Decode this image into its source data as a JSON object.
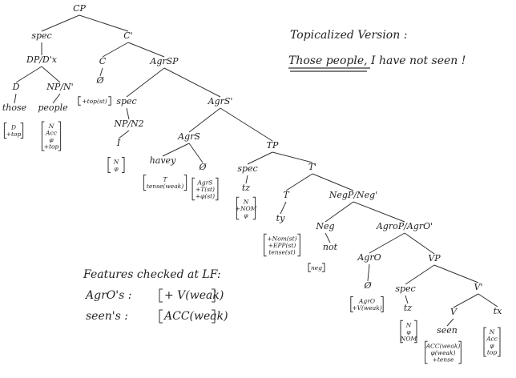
{
  "topicalized_note": {
    "heading": "Topicalized Version :",
    "sentence": "Those people, I have not seen !"
  },
  "features_note": {
    "heading": "Features checked at LF:",
    "rows": [
      {
        "label": "AgrO's :",
        "value": "+ V(weak)"
      },
      {
        "label": "seen's :",
        "value": "ACC(weak)"
      }
    ]
  },
  "tree": {
    "nodes": [
      {
        "id": "cp",
        "label": "CP"
      },
      {
        "id": "spec_cp",
        "label": "spec"
      },
      {
        "id": "cbar",
        "label": "C'"
      },
      {
        "id": "dp",
        "label": "DP/D'x"
      },
      {
        "id": "d",
        "label": "D"
      },
      {
        "id": "those",
        "label": "those"
      },
      {
        "id": "those_feat",
        "label": "",
        "lines": [
          "D",
          "+top"
        ]
      },
      {
        "id": "np",
        "label": "NP/N'"
      },
      {
        "id": "people",
        "label": "people"
      },
      {
        "id": "people_feat",
        "label": "",
        "lines": [
          "N",
          "Acc",
          "φ",
          "+top"
        ]
      },
      {
        "id": "c",
        "label": "C"
      },
      {
        "id": "c_null",
        "label": "Ø"
      },
      {
        "id": "c_feat",
        "label": "",
        "lines": [
          "+top(st)"
        ]
      },
      {
        "id": "agrsp",
        "label": "AgrSP"
      },
      {
        "id": "spec_agrs",
        "label": "spec"
      },
      {
        "id": "np2",
        "label": "NP/N2"
      },
      {
        "id": "i_pron",
        "label": "I"
      },
      {
        "id": "i_feat",
        "label": "",
        "lines": [
          "N",
          "φ"
        ]
      },
      {
        "id": "agrsbar",
        "label": "AgrS'"
      },
      {
        "id": "agrs",
        "label": "AgrS"
      },
      {
        "id": "havey",
        "label": "havey"
      },
      {
        "id": "havey_feat",
        "label": "",
        "lines": [
          "T",
          "tense(weak)"
        ]
      },
      {
        "id": "agrs_null",
        "label": "Ø"
      },
      {
        "id": "agrs_null_feat",
        "label": "",
        "lines": [
          "AgrS",
          "+T(st)",
          "+φ(st)"
        ]
      },
      {
        "id": "tp",
        "label": "TP"
      },
      {
        "id": "spec_tp",
        "label": "spec"
      },
      {
        "id": "tz",
        "label": "tz"
      },
      {
        "id": "tz_feat",
        "label": "",
        "lines": [
          "N",
          "+NOM",
          "φ"
        ]
      },
      {
        "id": "tbar",
        "label": "T'"
      },
      {
        "id": "t",
        "label": "T"
      },
      {
        "id": "ty",
        "label": "ty"
      },
      {
        "id": "ty_feat",
        "label": "",
        "lines": [
          "+Nom(st)",
          "+EPP(st)",
          "tense(st)"
        ]
      },
      {
        "id": "negp",
        "label": "NegP/Neg'"
      },
      {
        "id": "neg",
        "label": "Neg"
      },
      {
        "id": "not",
        "label": "not"
      },
      {
        "id": "not_feat",
        "label": "",
        "lines": [
          "neg"
        ]
      },
      {
        "id": "agrop",
        "label": "AgroP/AgrO'"
      },
      {
        "id": "agro",
        "label": "AgrO"
      },
      {
        "id": "agro_null",
        "label": "Ø"
      },
      {
        "id": "agro_feat",
        "label": "",
        "lines": [
          "AgrO",
          "+V(weak)"
        ]
      },
      {
        "id": "vp",
        "label": "VP"
      },
      {
        "id": "spec_vp",
        "label": "spec"
      },
      {
        "id": "tz2",
        "label": "tz"
      },
      {
        "id": "tz2_feat",
        "label": "",
        "lines": [
          "N",
          "φ",
          "NOM"
        ]
      },
      {
        "id": "vbar",
        "label": "V'"
      },
      {
        "id": "v",
        "label": "V"
      },
      {
        "id": "seen",
        "label": "seen"
      },
      {
        "id": "seen_feat",
        "label": "",
        "lines": [
          "ACC(weak)",
          "φ(weak)",
          "+tense"
        ]
      },
      {
        "id": "tx",
        "label": "tx"
      },
      {
        "id": "tx_feat",
        "label": "",
        "lines": [
          "N",
          "Acc",
          "φ",
          "top"
        ]
      }
    ],
    "edges": [
      [
        "cp",
        "spec_cp"
      ],
      [
        "cp",
        "cbar"
      ],
      [
        "spec_cp",
        "dp"
      ],
      [
        "dp",
        "d"
      ],
      [
        "dp",
        "np"
      ],
      [
        "d",
        "those"
      ],
      [
        "np",
        "people"
      ],
      [
        "cbar",
        "c"
      ],
      [
        "cbar",
        "agrsp"
      ],
      [
        "c",
        "c_null"
      ],
      [
        "agrsp",
        "spec_agrs"
      ],
      [
        "agrsp",
        "agrsbar"
      ],
      [
        "spec_agrs",
        "np2"
      ],
      [
        "np2",
        "i_pron"
      ],
      [
        "agrsbar",
        "agrs"
      ],
      [
        "agrsbar",
        "tp"
      ],
      [
        "agrs",
        "havey"
      ],
      [
        "agrs",
        "agrs_null"
      ],
      [
        "tp",
        "spec_tp"
      ],
      [
        "tp",
        "tbar"
      ],
      [
        "spec_tp",
        "tz"
      ],
      [
        "tbar",
        "t"
      ],
      [
        "tbar",
        "negp"
      ],
      [
        "t",
        "ty"
      ],
      [
        "negp",
        "neg"
      ],
      [
        "negp",
        "agrop"
      ],
      [
        "neg",
        "not"
      ],
      [
        "agrop",
        "agro"
      ],
      [
        "agrop",
        "vp"
      ],
      [
        "agro",
        "agro_null"
      ],
      [
        "vp",
        "spec_vp"
      ],
      [
        "vp",
        "vbar"
      ],
      [
        "spec_vp",
        "tz2"
      ],
      [
        "vbar",
        "v"
      ],
      [
        "vbar",
        "tx"
      ],
      [
        "v",
        "seen"
      ]
    ]
  }
}
